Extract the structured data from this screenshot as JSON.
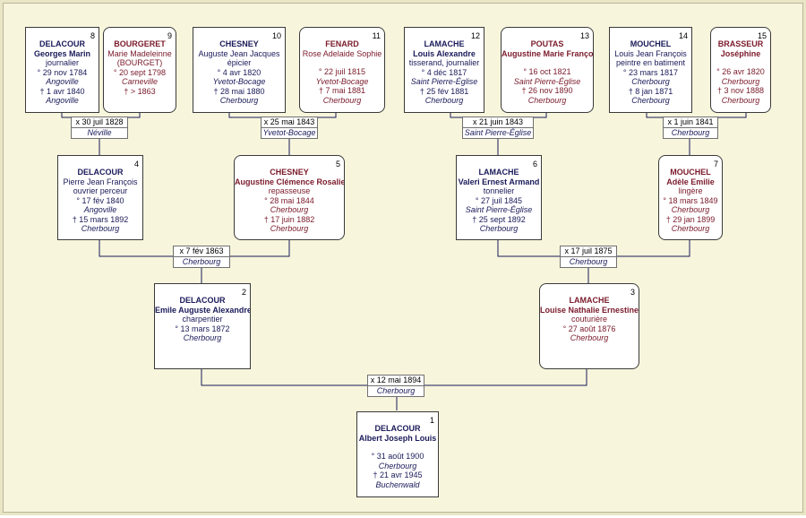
{
  "persons": {
    "p1": {
      "num": "1",
      "surname": "DELACOUR",
      "given": "Albert Joseph Louis",
      "birth": "° 31 août 1900",
      "birth_place": "Cherbourg",
      "death": "† 21 avr 1945",
      "death_place": "Buchenwald"
    },
    "p2": {
      "num": "2",
      "surname": "DELACOUR",
      "given": "Emile Auguste Alexandre",
      "occupation": "charpentier",
      "birth": "° 13 mars 1872",
      "birth_place": "Cherbourg"
    },
    "p3": {
      "num": "3",
      "surname": "LAMACHE",
      "given": "Louise Nathalie Ernestine",
      "occupation": "couturière",
      "birth": "° 27 août 1876",
      "birth_place": "Cherbourg"
    },
    "p4": {
      "num": "4",
      "surname": "DELACOUR",
      "given": "Pierre Jean François",
      "occupation": "ouvrier perceur",
      "birth": "° 17 fév 1840",
      "birth_place": "Angoville",
      "death": "† 15 mars 1892",
      "death_place": "Cherbourg"
    },
    "p5": {
      "num": "5",
      "surname": "CHESNEY",
      "given": "Augustine Clémence Rosalie",
      "occupation": "repasseuse",
      "birth": "° 28 mai 1844",
      "birth_place": "Cherbourg",
      "death": "† 17 juin 1882",
      "death_place": "Cherbourg"
    },
    "p6": {
      "num": "6",
      "surname": "LAMACHE",
      "given": "Valeri Ernest Armand",
      "occupation": "tonnelier",
      "birth": "° 27 juil 1845",
      "birth_place": "Saint Pierre-Église",
      "death": "† 25 sept 1892",
      "death_place": "Cherbourg"
    },
    "p7": {
      "num": "7",
      "surname": "MOUCHEL",
      "given": "Adèle Emilie",
      "occupation": "lingère",
      "birth": "° 18 mars 1849",
      "birth_place": "Cherbourg",
      "death": "† 29 jan 1899",
      "death_place": "Cherbourg"
    },
    "p8": {
      "num": "8",
      "surname": "DELACOUR",
      "given": "Georges Marin",
      "occupation": "journalier",
      "birth": "° 29 nov 1784",
      "birth_place": "Angoville",
      "death": "† 1 avr 1840",
      "death_place": "Angoville"
    },
    "p9": {
      "num": "9",
      "surname": "BOURGERET",
      "given": "Marie Madeleinne",
      "extra": "(BOURGET)",
      "birth": "° 20 sept 1798",
      "birth_place": "Carneville",
      "death": "† > 1863"
    },
    "p10": {
      "num": "10",
      "surname": "CHESNEY",
      "given": "Auguste Jean Jacques",
      "occupation": "épicier",
      "birth": "° 4 avr 1820",
      "birth_place": "Yvetot-Bocage",
      "death": "† 28 mai 1880",
      "death_place": "Cherbourg"
    },
    "p11": {
      "num": "11",
      "surname": "FENARD",
      "given": "Rose Adelaide Sophie",
      "birth": "° 22 juil 1815",
      "birth_place": "Yvetot-Bocage",
      "death": "† 7 mai 1881",
      "death_place": "Cherbourg"
    },
    "p12": {
      "num": "12",
      "surname": "LAMACHE",
      "given": "Louis Alexandre",
      "occupation": "tisserand, journalier",
      "birth": "° 4 déc 1817",
      "birth_place": "Saint Pierre-Église",
      "death": "† 25 fév 1881",
      "death_place": "Cherbourg"
    },
    "p13": {
      "num": "13",
      "surname": "POUTAS",
      "given": "Augustine Marie Françoise",
      "birth": "° 16 oct 1821",
      "birth_place": "Saint Pierre-Église",
      "death": "† 26 nov 1890",
      "death_place": "Cherbourg"
    },
    "p14": {
      "num": "14",
      "surname": "MOUCHEL",
      "given": "Louis Jean François",
      "occupation": "peintre en batiment",
      "birth": "° 23 mars 1817",
      "birth_place": "Cherbourg",
      "death": "† 8 jan 1871",
      "death_place": "Cherbourg"
    },
    "p15": {
      "num": "15",
      "surname": "BRASSEUR",
      "given": "Joséphine",
      "birth": "° 26 avr 1820",
      "birth_place": "Cherbourg",
      "death": "† 3 nov 1888",
      "death_place": "Cherbourg"
    }
  },
  "marriages": {
    "m8_9": {
      "date": "x 30 juil 1828",
      "place": "Néville"
    },
    "m10_11": {
      "date": "x 25 mai 1843",
      "place": "Yvetot-Bocage"
    },
    "m12_13": {
      "date": "x 21 juin 1843",
      "place": "Saint Pierre-Église"
    },
    "m14_15": {
      "date": "x 1 juin 1841",
      "place": "Cherbourg"
    },
    "m4_5": {
      "date": "x 7 fév 1863",
      "place": "Cherbourg"
    },
    "m6_7": {
      "date": "x 17 juil 1875",
      "place": "Cherbourg"
    },
    "m2_3": {
      "date": "x 12 mai 1894",
      "place": "Cherbourg"
    }
  },
  "colors": {
    "background": "#f7f5dc",
    "male_text": "#1a1a5a",
    "female_text": "#7a1a2a",
    "line": "#1a1a5a"
  }
}
